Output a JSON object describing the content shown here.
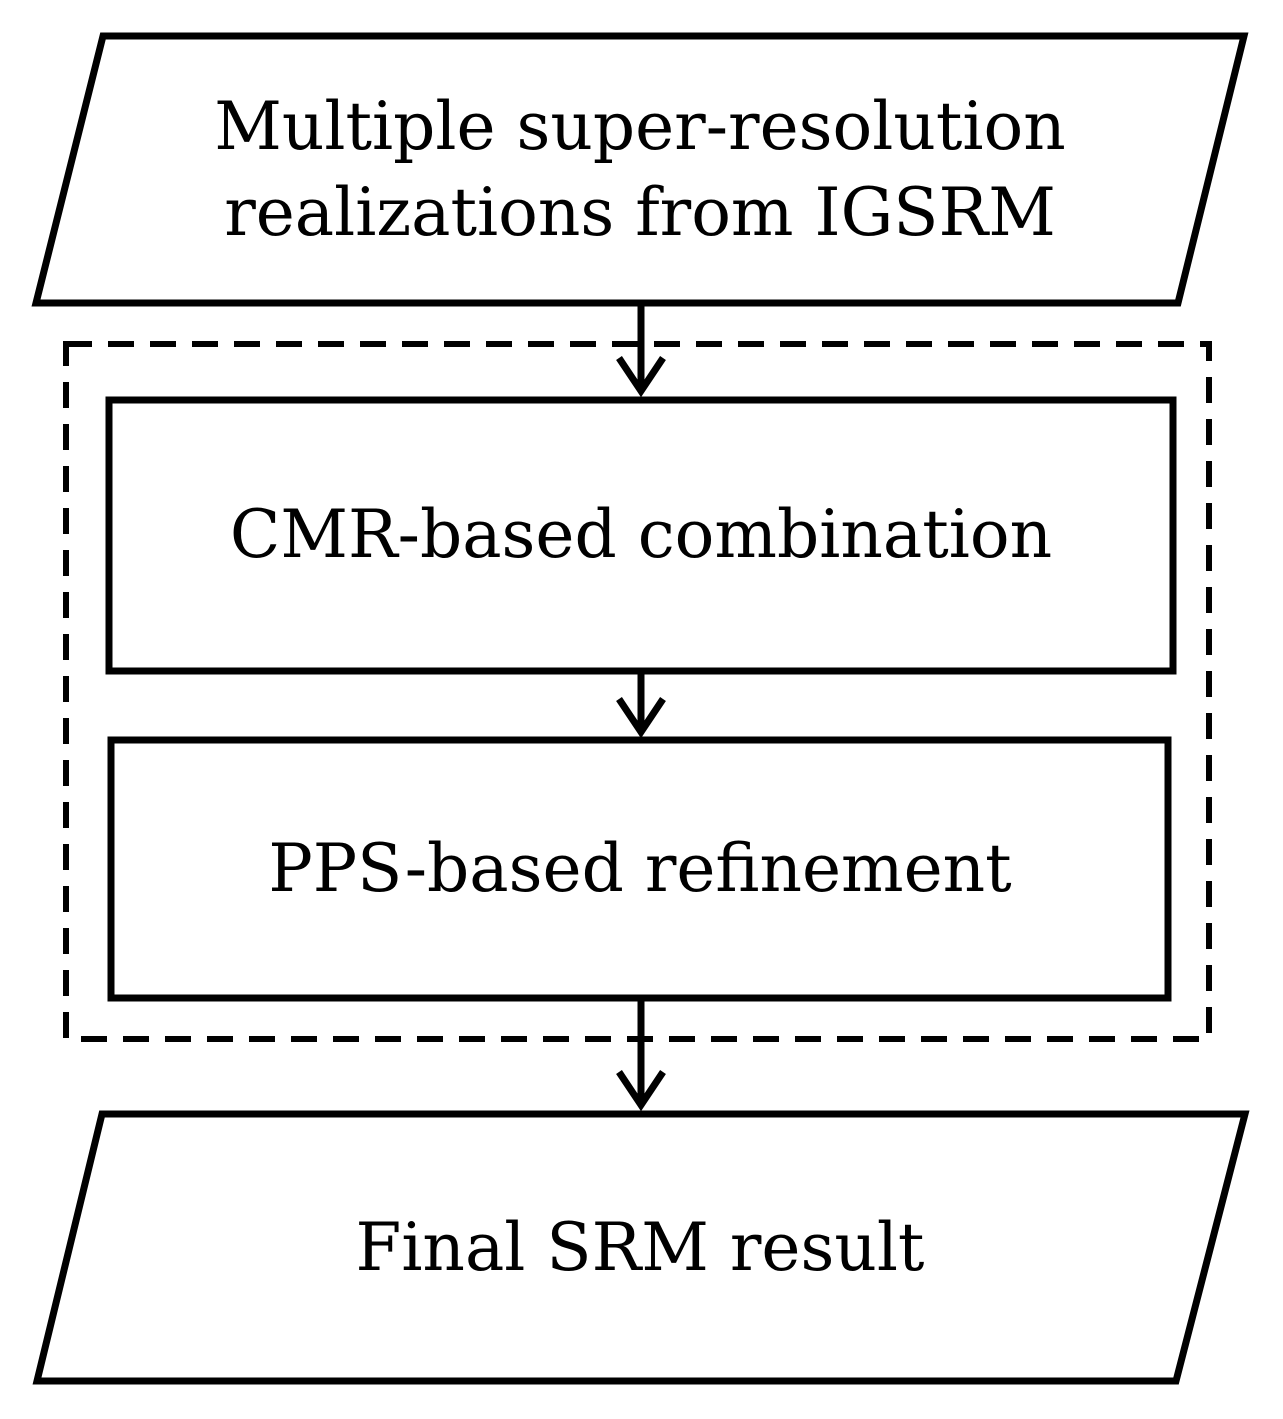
{
  "diagram": {
    "colors": {
      "stroke": "#000000",
      "background": "#ffffff"
    },
    "nodes": {
      "input": {
        "shape": "parallelogram",
        "lines": [
          "Multiple super-resolution",
          "realizations from IGSRM"
        ]
      },
      "combination": {
        "shape": "rectangle",
        "label": "CMR-based combination"
      },
      "refinement": {
        "shape": "rectangle",
        "label": "PPS-based refinement"
      },
      "output": {
        "shape": "parallelogram",
        "label": "Final SRM result"
      }
    },
    "group": {
      "style": "dashed",
      "contains": [
        "combination",
        "refinement"
      ]
    },
    "edges": [
      {
        "from": "input",
        "to": "combination"
      },
      {
        "from": "combination",
        "to": "refinement"
      },
      {
        "from": "refinement",
        "to": "output"
      }
    ]
  }
}
